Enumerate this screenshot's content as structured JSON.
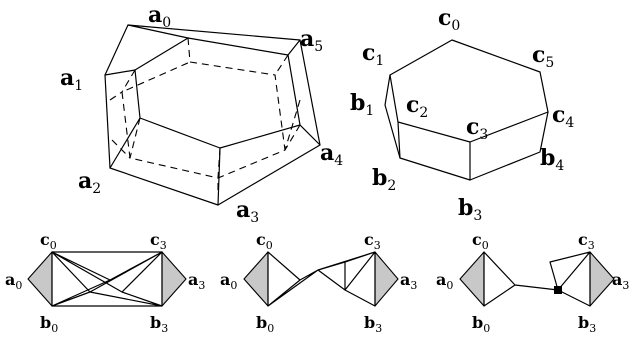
{
  "labels": {
    "a0": {
      "base": "a",
      "sub": "0"
    },
    "a1": {
      "base": "a",
      "sub": "1"
    },
    "a2": {
      "base": "a",
      "sub": "2"
    },
    "a3": {
      "base": "a",
      "sub": "3"
    },
    "a4": {
      "base": "a",
      "sub": "4"
    },
    "a5": {
      "base": "a",
      "sub": "5"
    },
    "b1": {
      "base": "b",
      "sub": "1"
    },
    "b2": {
      "base": "b",
      "sub": "2"
    },
    "b3": {
      "base": "b",
      "sub": "3"
    },
    "b4": {
      "base": "b",
      "sub": "4"
    },
    "c0": {
      "base": "c",
      "sub": "0"
    },
    "c1": {
      "base": "c",
      "sub": "1"
    },
    "c2": {
      "base": "c",
      "sub": "2"
    },
    "c3": {
      "base": "c",
      "sub": "3"
    },
    "c4": {
      "base": "c",
      "sub": "4"
    },
    "c5": {
      "base": "c",
      "sub": "5"
    }
  },
  "bottom_labels": {
    "c0": {
      "base": "c",
      "sub": "0"
    },
    "c3": {
      "base": "c",
      "sub": "3"
    },
    "a0": {
      "base": "a",
      "sub": "0"
    },
    "a3": {
      "base": "a",
      "sub": "3"
    },
    "b0": {
      "base": "b",
      "sub": "0"
    },
    "b3": {
      "base": "b",
      "sub": "3"
    }
  },
  "colors": {
    "line": "#000000",
    "shade": "#c8c8c8",
    "background": "#ffffff"
  }
}
